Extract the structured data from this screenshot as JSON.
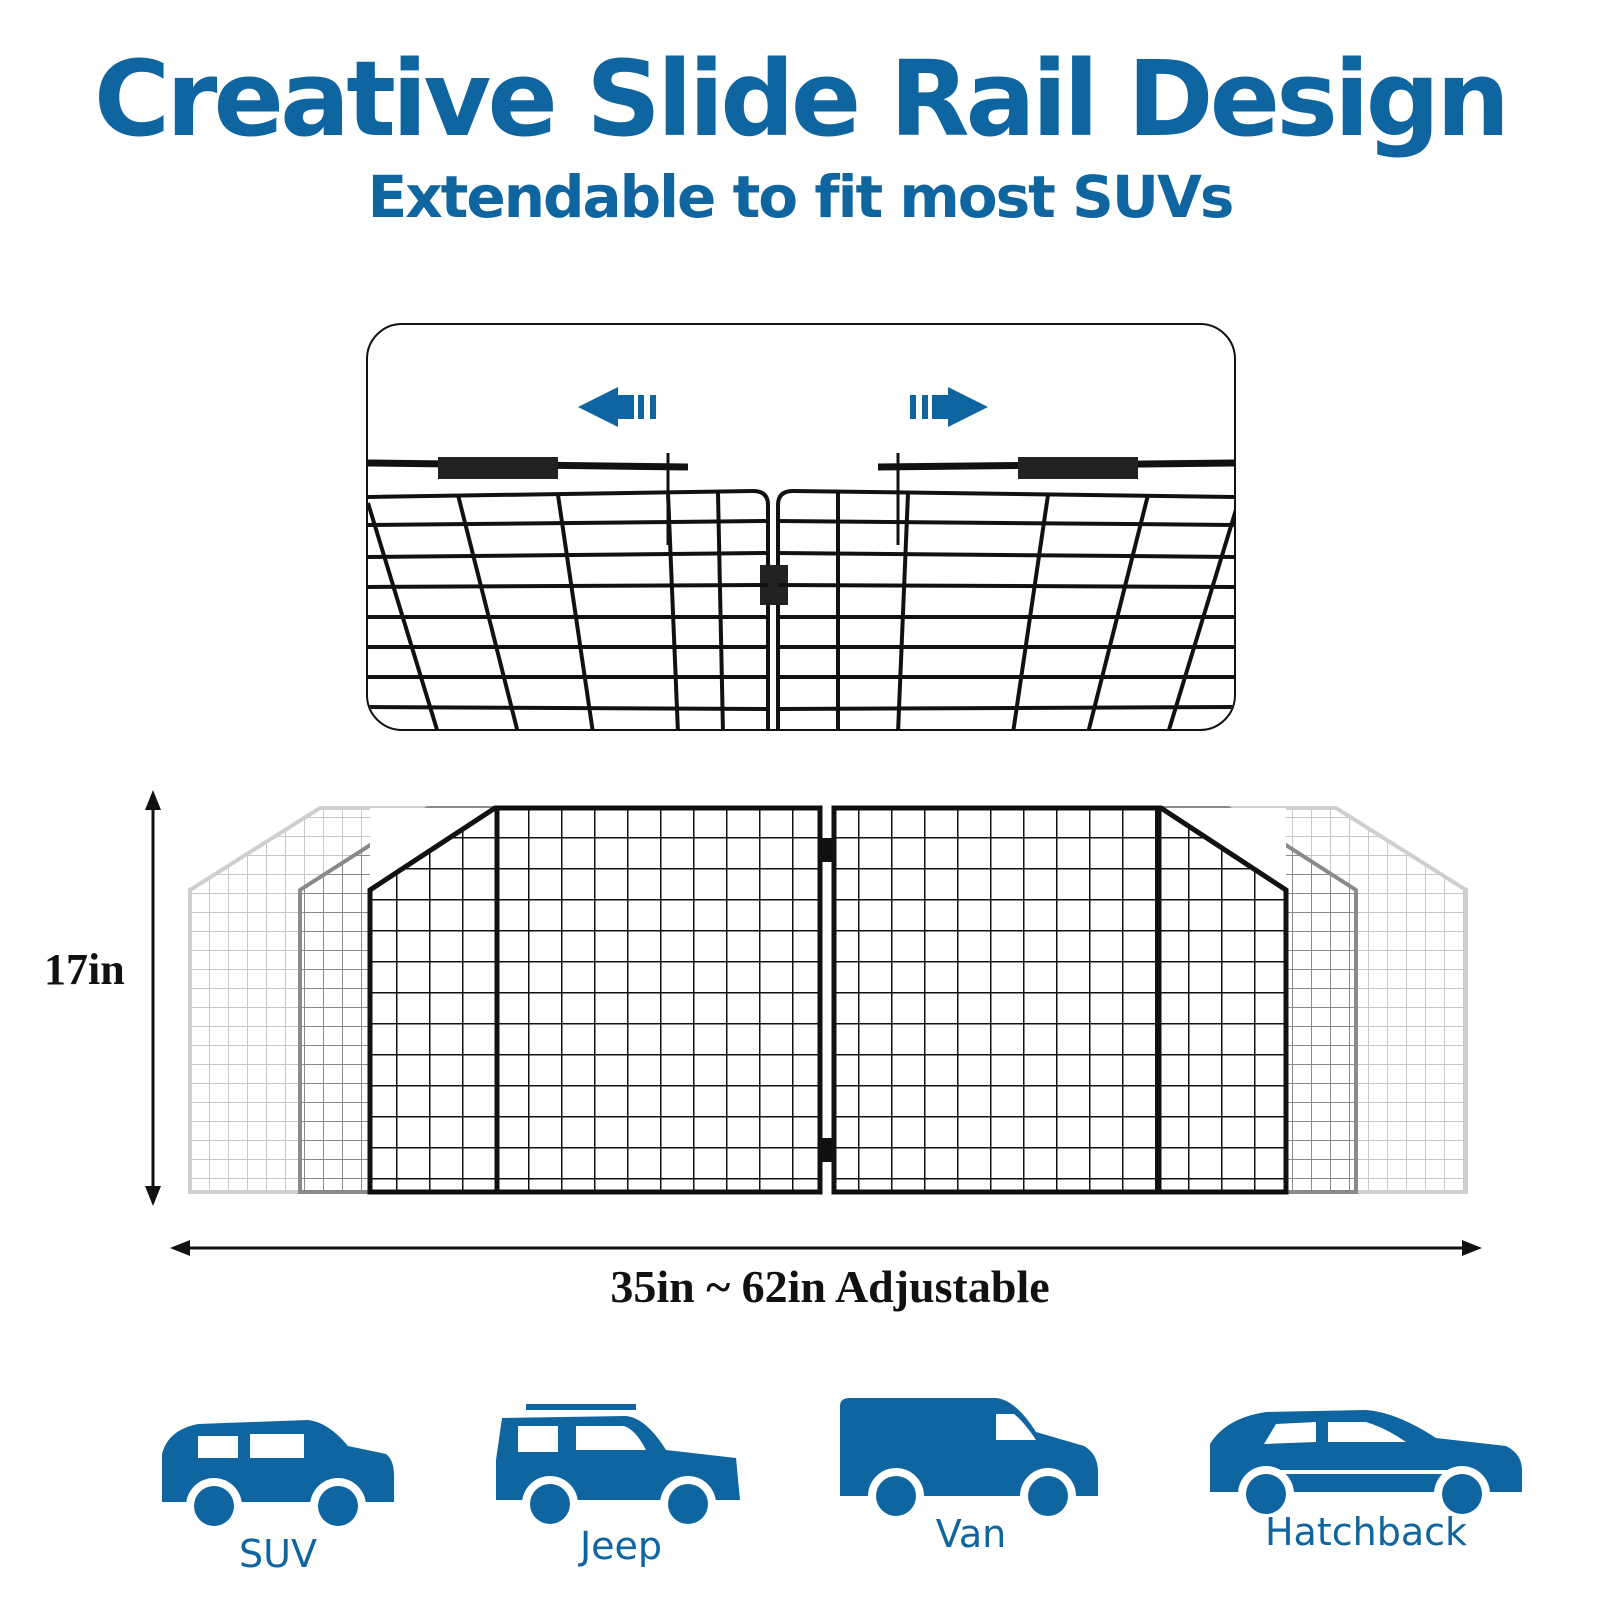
{
  "header": {
    "title": "Creative Slide Rail Design",
    "subtitle": "Extendable to fit most SUVs"
  },
  "dimensions": {
    "height": "17in",
    "width": "35in ~ 62in Adjustable"
  },
  "vehicles": [
    {
      "label": "SUV",
      "icon": "suv-icon"
    },
    {
      "label": "Jeep",
      "icon": "jeep-icon"
    },
    {
      "label": "Van",
      "icon": "van-icon"
    },
    {
      "label": "Hatchback",
      "icon": "hatchback-icon"
    }
  ],
  "colors": {
    "brand_blue": "#0f65a0",
    "line_dark": "#111111"
  }
}
